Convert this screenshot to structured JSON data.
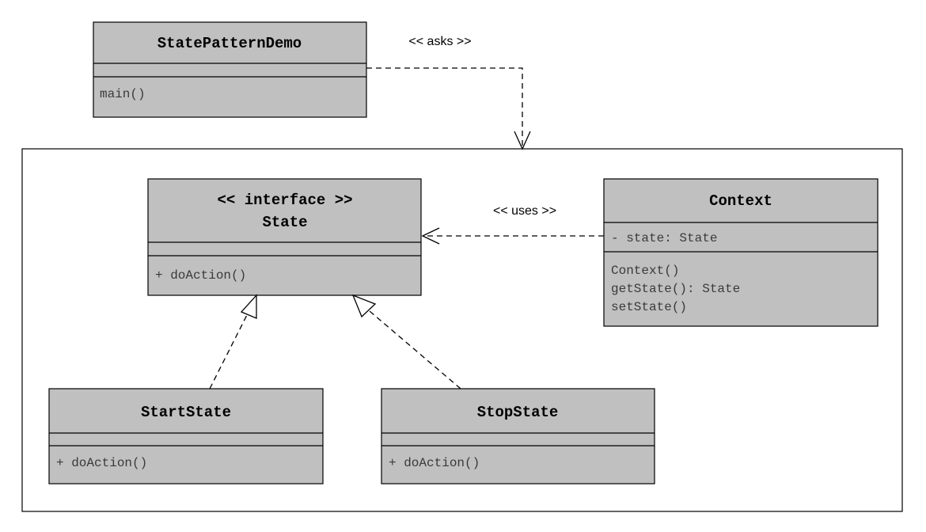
{
  "classes": {
    "demo": {
      "name": "StatePatternDemo",
      "attributes": [],
      "methods": [
        "main()"
      ]
    },
    "state": {
      "stereotype": "<< interface >>",
      "name": "State",
      "attributes": [],
      "methods": [
        "+ doAction()"
      ]
    },
    "context": {
      "name": "Context",
      "attributes": [
        "- state: State"
      ],
      "methods": [
        "Context()",
        "getState(): State",
        "setState()"
      ]
    },
    "start": {
      "name": "StartState",
      "attributes": [],
      "methods": [
        "+ doAction()"
      ]
    },
    "stop": {
      "name": "StopState",
      "attributes": [],
      "methods": [
        "+ doAction()"
      ]
    }
  },
  "relations": {
    "asks": "<< asks >>",
    "uses": "<< uses >>"
  }
}
